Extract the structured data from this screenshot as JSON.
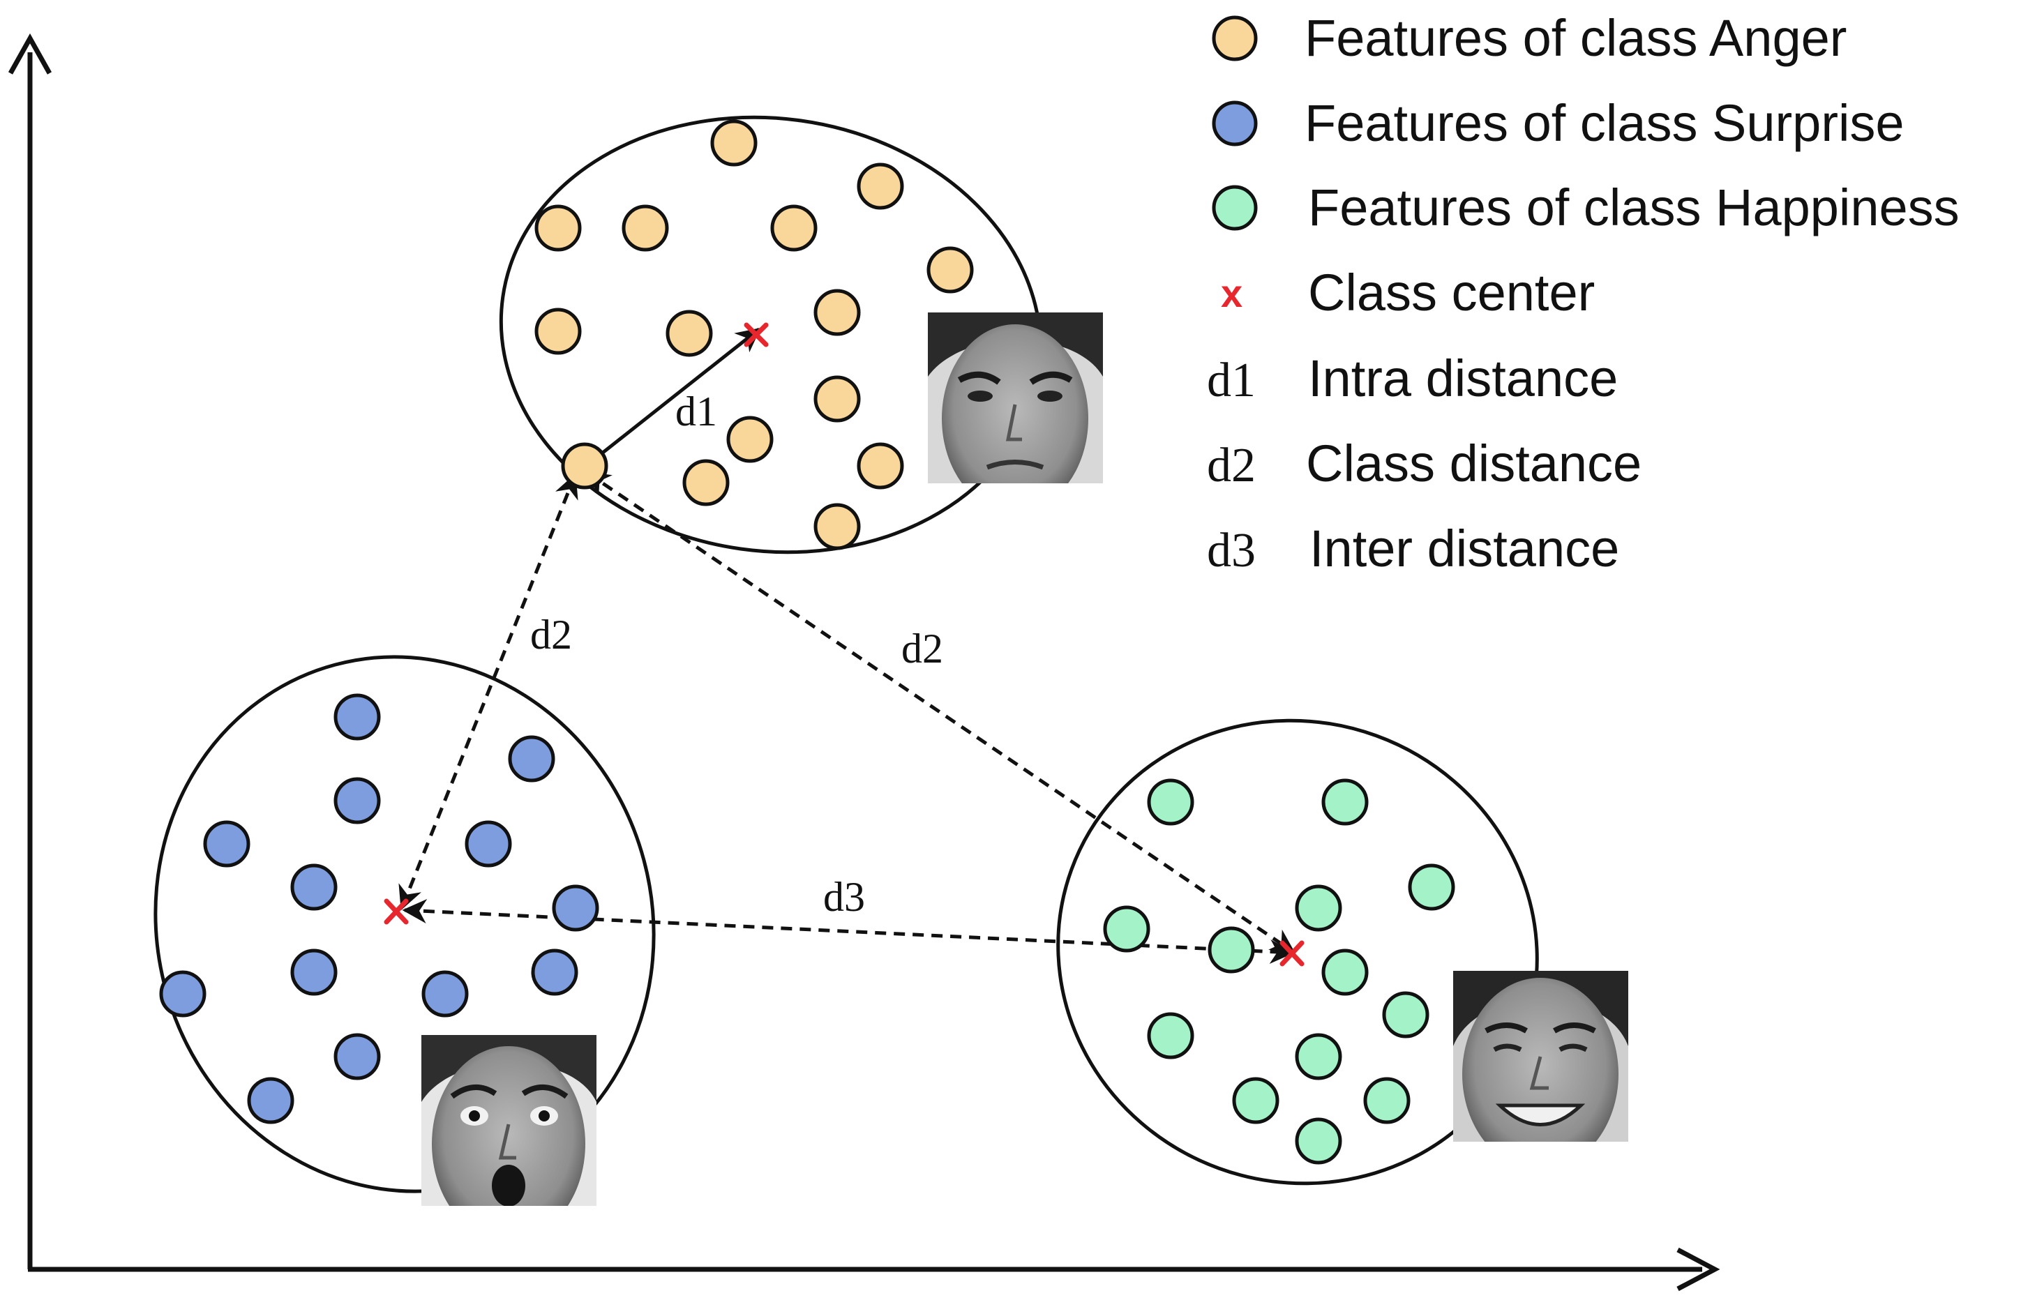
{
  "legend": {
    "anger": "Features of class Anger",
    "surprise": "Features of class Surprise",
    "happiness": "Features of class Happiness",
    "center": "Class center",
    "center_symbol": "x",
    "d1_code": "d1",
    "d1": "Intra distance",
    "d2_code": "d2",
    "d2": "Class distance",
    "d3_code": "d3",
    "d3": "Inter distance"
  },
  "labels": {
    "d1": "d1",
    "d2_left": "d2",
    "d2_right": "d2",
    "d3": "d3"
  },
  "classes": [
    {
      "key": "anger",
      "color": "#f9d79a",
      "face": "angry face photo"
    },
    {
      "key": "surprise",
      "color": "#7e9ddf",
      "face": "surprised face photo"
    },
    {
      "key": "happiness",
      "color": "#a4f2c8",
      "face": "happy face photo"
    }
  ],
  "colors": {
    "center_marker": "#e8262d",
    "stroke": "#111111"
  }
}
